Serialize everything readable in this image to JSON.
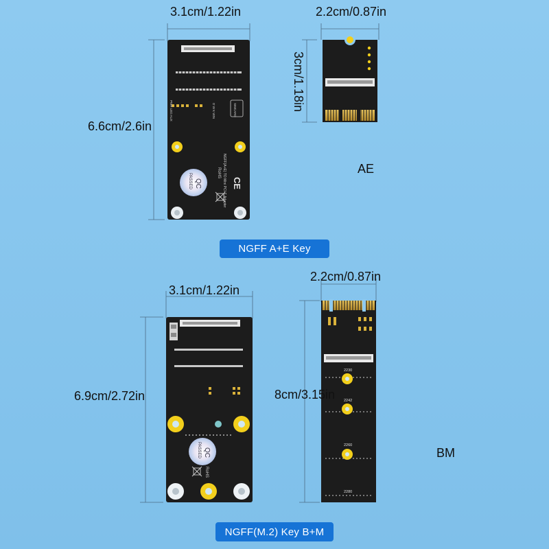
{
  "top_section": {
    "adapter_width_label": "3.1cm/1.22in",
    "adapter_height_label": "6.6cm/2.6in",
    "card_width_label": "2.2cm/0.87in",
    "card_height_label": "3cm/1.18in",
    "card_type_label": "AE",
    "key_label": "NGFF A+E Key",
    "board_text": "NGFF(A+E) TO Mini PCI-E  Adapter",
    "board_header_labels": "D W K WIN",
    "board_sim_label": "SIMCARD",
    "board_led_labels": "PWR  LED  AUX",
    "qc_line1": "QC",
    "qc_line2": "PASSED",
    "rohs_label": "RoHS",
    "ce_mark": "CE"
  },
  "bottom_section": {
    "adapter_width_label": "3.1cm/1.22in",
    "adapter_height_label": "6.9cm/2.72in",
    "card_width_label": "2.2cm/0.87in",
    "card_height_label": "8cm/3.15in",
    "card_type_label": "BM",
    "key_label": "NGFF(M.2) Key B+M",
    "qc_line1": "QC",
    "qc_line2": "PASSED",
    "rohs_label": "RoHS",
    "mount_labels": [
      "2230",
      "2242",
      "2260",
      "2280"
    ]
  },
  "colors": {
    "background": "#8fc9ef",
    "pcb": "#1c1c1c",
    "badge": "#1673d6",
    "gold": "#d8b24a",
    "mount_yellow": "#f2cf1c"
  }
}
